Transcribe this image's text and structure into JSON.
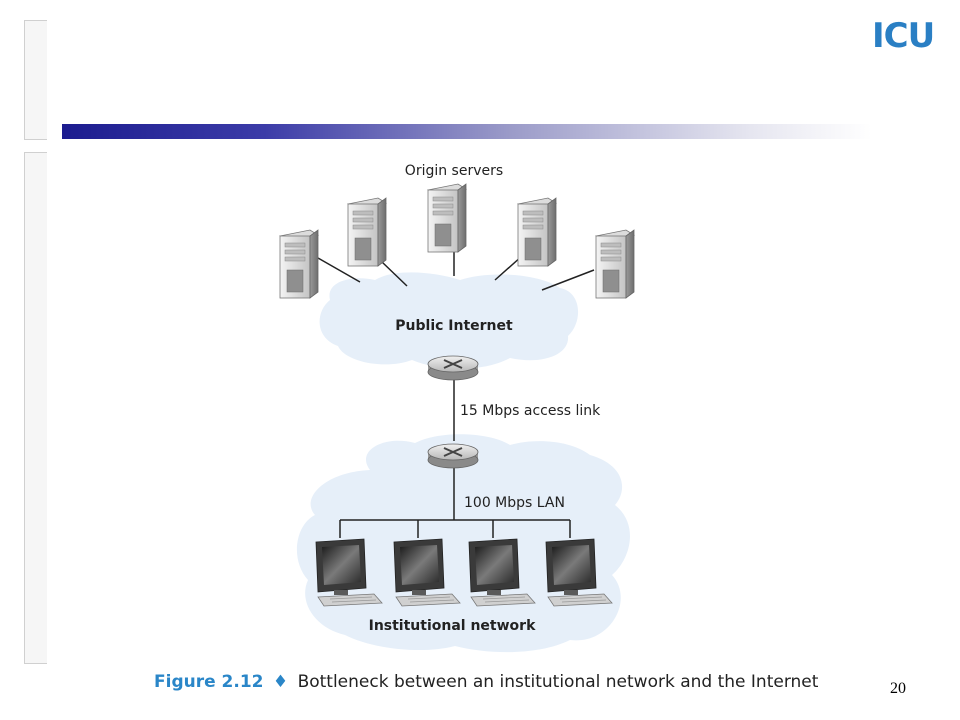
{
  "logo": {
    "text": "ICU"
  },
  "diagram": {
    "origin_label": "Origin servers",
    "public_label": "Public Internet",
    "access_link_label": "15 Mbps access link",
    "lan_label": "100 Mbps LAN",
    "institutional_label": "Institutional network",
    "cloud_color": "#e6eff9",
    "server_count": 5,
    "pc_count": 4
  },
  "caption": {
    "figure_label": "Figure 2.12",
    "bullet": "♦",
    "text": "Bottleneck between an institutional network and the Internet"
  },
  "page_number": "20"
}
